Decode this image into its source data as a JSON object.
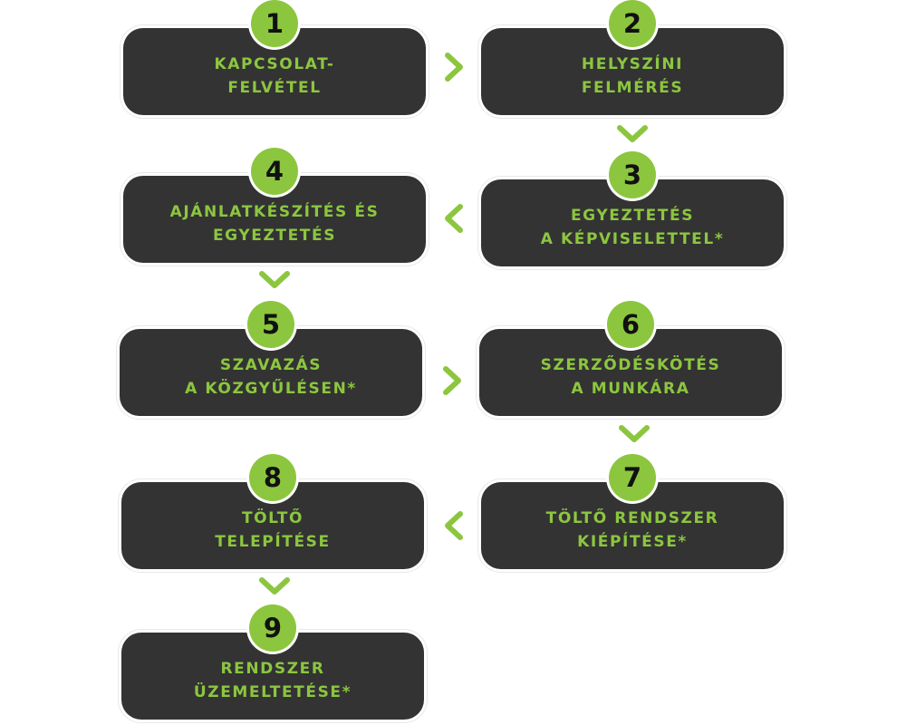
{
  "colors": {
    "card_bg": "#333333",
    "accent": "#8cc63f",
    "number_text": "#111111"
  },
  "steps": [
    {
      "number": "1",
      "lines": [
        "KAPCSOLAT-",
        "FELVÉTEL"
      ]
    },
    {
      "number": "2",
      "lines": [
        "HELYSZÍNI",
        "FELMÉRÉS"
      ]
    },
    {
      "number": "3",
      "lines": [
        "EGYEZTETÉS",
        "A KÉPVISELETTEL*"
      ]
    },
    {
      "number": "4",
      "lines": [
        "AJÁNLATKÉSZÍTÉS ÉS",
        "EGYEZTETÉS"
      ]
    },
    {
      "number": "5",
      "lines": [
        "SZAVAZÁS",
        "A KÖZGYŰLÉSEN*"
      ]
    },
    {
      "number": "6",
      "lines": [
        "SZERZŐDÉSKÖTÉS",
        "A MUNKÁRA"
      ]
    },
    {
      "number": "7",
      "lines": [
        "TÖLTŐ RENDSZER",
        "KIÉPÍTÉSE*"
      ]
    },
    {
      "number": "8",
      "lines": [
        "TÖLTŐ",
        "TELEPÍTÉSE"
      ]
    },
    {
      "number": "9",
      "lines": [
        "RENDSZER",
        "ÜZEMELTETÉSE*"
      ]
    }
  ],
  "connectors": [
    {
      "from": "1",
      "to": "2",
      "icon": "chevron-right-icon"
    },
    {
      "from": "2",
      "to": "3",
      "icon": "chevron-down-icon"
    },
    {
      "from": "3",
      "to": "4",
      "icon": "chevron-left-icon"
    },
    {
      "from": "4",
      "to": "5",
      "icon": "chevron-down-icon"
    },
    {
      "from": "5",
      "to": "6",
      "icon": "chevron-right-icon"
    },
    {
      "from": "6",
      "to": "7",
      "icon": "chevron-down-icon"
    },
    {
      "from": "7",
      "to": "8",
      "icon": "chevron-left-icon"
    },
    {
      "from": "8",
      "to": "9",
      "icon": "chevron-down-icon"
    }
  ]
}
